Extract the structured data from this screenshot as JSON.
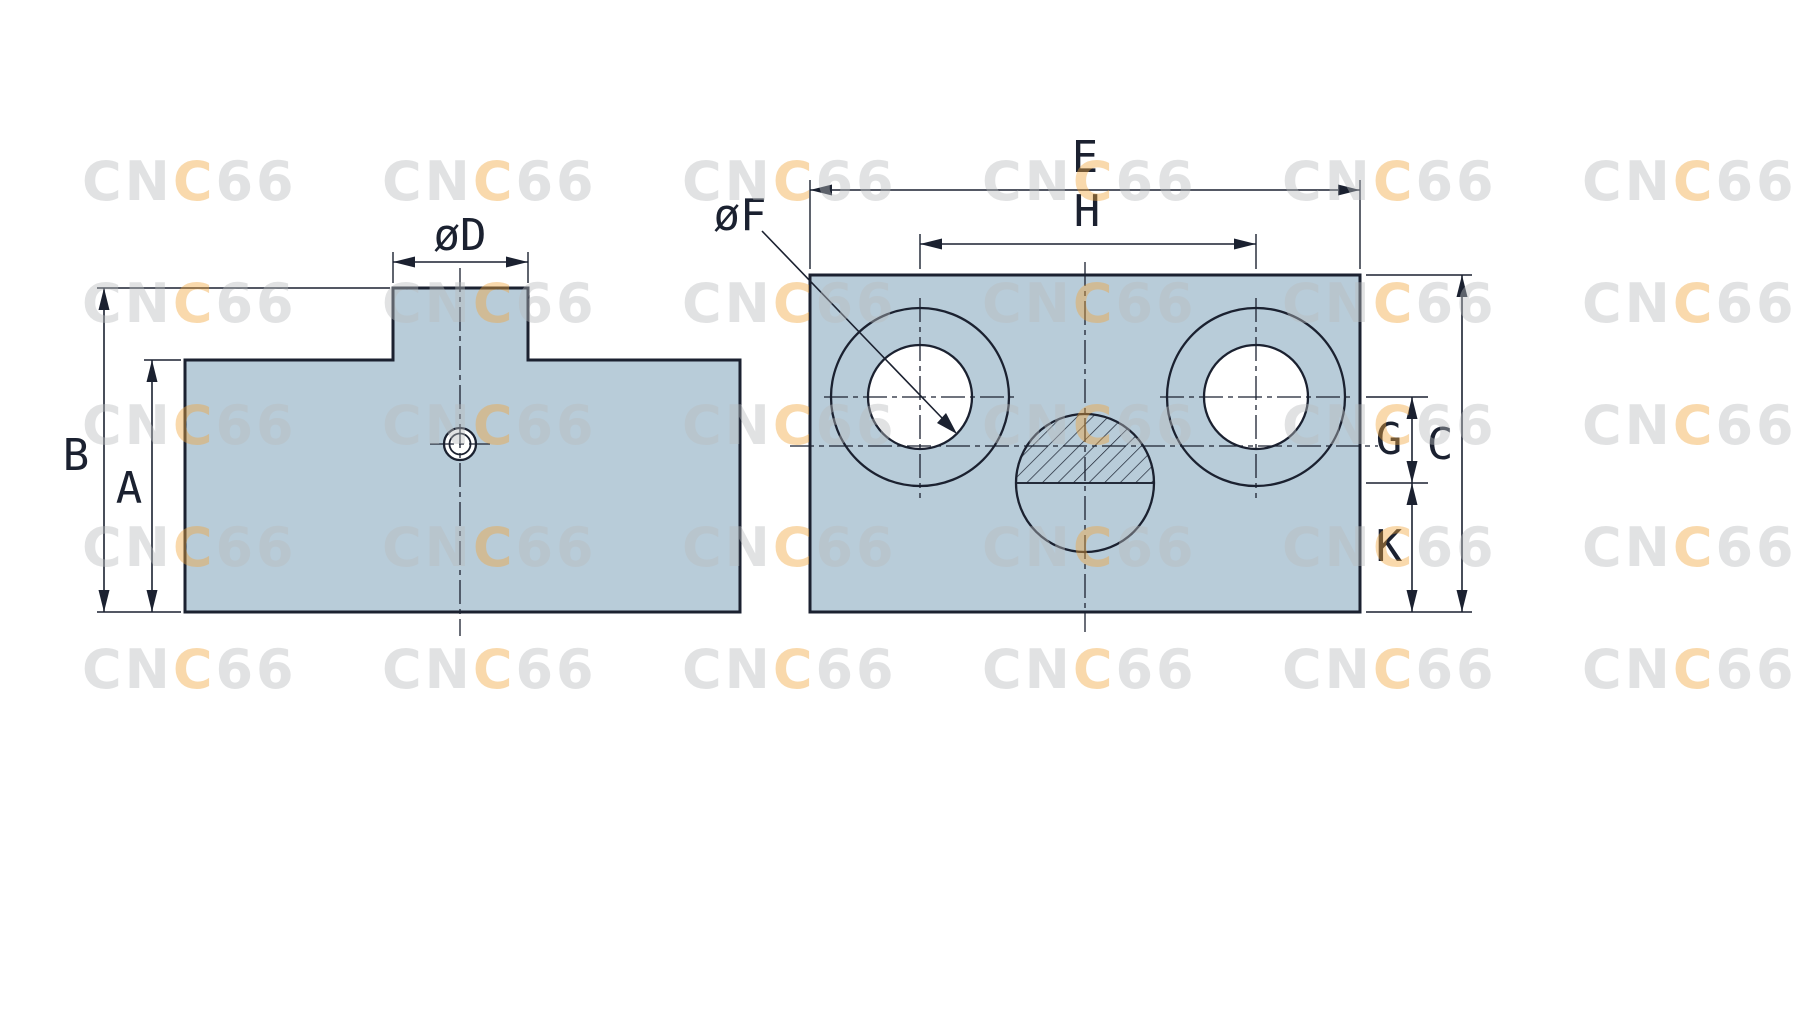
{
  "labels": {
    "dim_a": "A",
    "dim_b": "B",
    "dim_c": "C",
    "dim_d": "øD",
    "dim_e": "E",
    "dim_f": "øF",
    "dim_g": "G",
    "dim_h": "H",
    "dim_k": "K"
  },
  "watermark": {
    "prefix": "CN",
    "accent": "C",
    "suffix": "66"
  },
  "colors": {
    "background": "#ffffff",
    "part_fill": "#b8ccd9",
    "line": "#1b2130",
    "watermark_gray": "#b9bcbe",
    "watermark_accent": "#f2a63c"
  }
}
